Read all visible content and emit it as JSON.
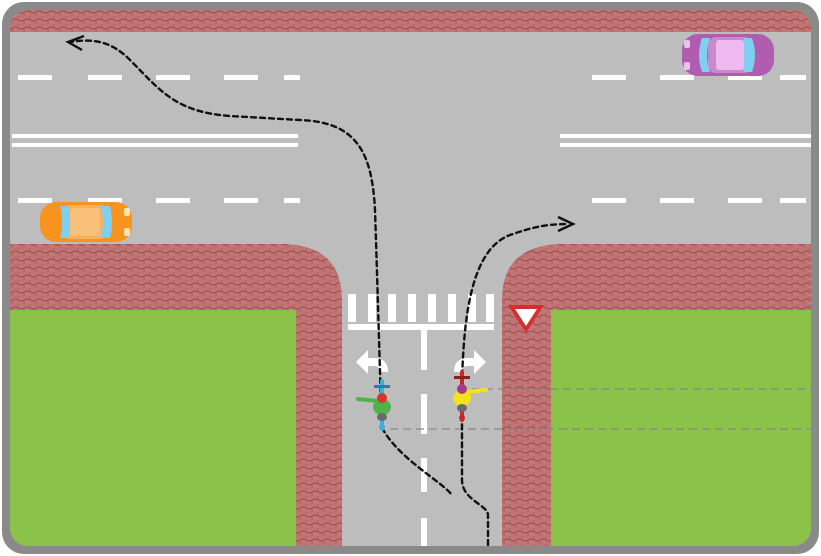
{
  "scene": {
    "frame_color": "#8a8a8a",
    "road_color": "#bdbdbd",
    "marking_color": "#ffffff",
    "sidewalk_color": "#c27575",
    "sidewalk_pattern_color": "#9a4d4d",
    "grass_color": "#8bc34a",
    "path_color": "#111111",
    "guide_line_color": "#888888"
  },
  "vehicles": [
    {
      "kind": "car",
      "color_body": "#f7931e",
      "color_glass": "#7ecff0",
      "heading": "east"
    },
    {
      "kind": "car",
      "color_body": "#b05cb0",
      "color_glass": "#7ecff0",
      "heading": "west"
    }
  ],
  "cyclists": [
    {
      "label": "cyclist-left",
      "shirt": "#4fb24a",
      "helmet": "#d9342b",
      "bike": "#3ab0e0",
      "signal": "left-arm-out",
      "maneuver": "left-turn"
    },
    {
      "label": "cyclist-right",
      "shirt": "#f5e21b",
      "helmet": "#a63b8c",
      "bike": "#c62828",
      "signal": "right-arm-out",
      "maneuver": "right-turn"
    }
  ],
  "signs": [
    {
      "type": "yield-sign",
      "border": "#d32f2f",
      "fill": "#ffffff"
    }
  ],
  "turn_arrows": [
    {
      "direction": "left",
      "color": "#ffffff"
    },
    {
      "direction": "right",
      "color": "#ffffff"
    }
  ]
}
